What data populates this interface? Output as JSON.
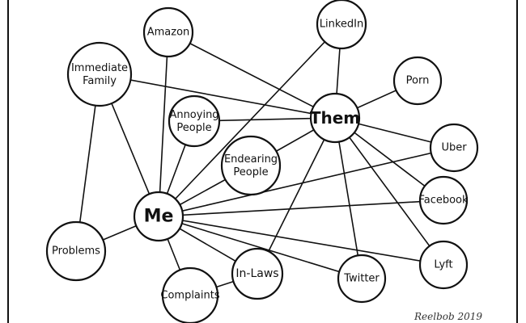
{
  "diagram": {
    "nodes": [
      {
        "id": "me",
        "label": "Me"
      },
      {
        "id": "them",
        "label": "Them"
      },
      {
        "id": "amazon",
        "label": "Amazon"
      },
      {
        "id": "linkedin",
        "label": "LinkedIn"
      },
      {
        "id": "family",
        "label": "Immediate Family"
      },
      {
        "id": "porn",
        "label": "Porn"
      },
      {
        "id": "annoying",
        "label": "Annoying People"
      },
      {
        "id": "endearing",
        "label": "Endearing People"
      },
      {
        "id": "uber",
        "label": "Uber"
      },
      {
        "id": "facebook",
        "label": "Facebook"
      },
      {
        "id": "problems",
        "label": "Problems"
      },
      {
        "id": "inlaws",
        "label": "In-Laws"
      },
      {
        "id": "twitter",
        "label": "Twitter"
      },
      {
        "id": "lyft",
        "label": "Lyft"
      },
      {
        "id": "complaints",
        "label": "Complaints"
      }
    ],
    "edges": [
      [
        "me",
        "amazon"
      ],
      [
        "me",
        "family"
      ],
      [
        "me",
        "annoying"
      ],
      [
        "me",
        "endearing"
      ],
      [
        "me",
        "linkedin"
      ],
      [
        "me",
        "uber"
      ],
      [
        "me",
        "facebook"
      ],
      [
        "me",
        "lyft"
      ],
      [
        "me",
        "twitter"
      ],
      [
        "me",
        "inlaws"
      ],
      [
        "me",
        "complaints"
      ],
      [
        "me",
        "problems"
      ],
      [
        "them",
        "amazon"
      ],
      [
        "them",
        "linkedin"
      ],
      [
        "them",
        "family"
      ],
      [
        "them",
        "porn"
      ],
      [
        "them",
        "annoying"
      ],
      [
        "them",
        "endearing"
      ],
      [
        "them",
        "uber"
      ],
      [
        "them",
        "facebook"
      ],
      [
        "them",
        "lyft"
      ],
      [
        "them",
        "twitter"
      ],
      [
        "them",
        "inlaws"
      ],
      [
        "family",
        "problems"
      ],
      [
        "inlaws",
        "complaints"
      ]
    ],
    "signature": "Reelbob 2019"
  }
}
